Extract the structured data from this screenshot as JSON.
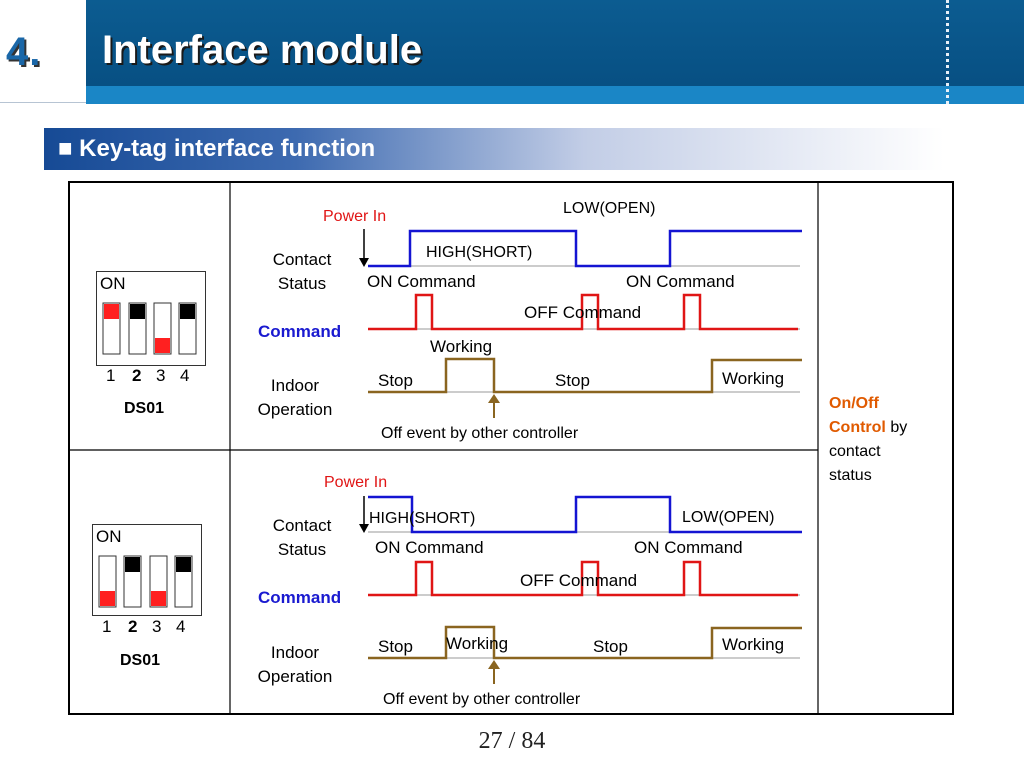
{
  "header": {
    "section_number": "4.",
    "title": "Interface module"
  },
  "subheader": {
    "title": "■ Key-tag interface function"
  },
  "rows": [
    {
      "dip": {
        "label": "ON",
        "numbers": [
          "1",
          "2",
          "3",
          "4"
        ],
        "name": "DS01",
        "switch_states": [
          "on",
          "on",
          "off",
          "on"
        ]
      },
      "diagram": {
        "power_in": "Power In",
        "low_open": "LOW(OPEN)",
        "high_short": "HIGH(SHORT)",
        "contact_status_line1": "Contact",
        "contact_status_line2": "Status",
        "on_command_1": "ON Command",
        "on_command_2": "ON Command",
        "off_command": "OFF Command",
        "command_label": "Command",
        "working_1": "Working",
        "working_2": "Working",
        "stop_1": "Stop",
        "stop_2": "Stop",
        "indoor_line1": "Indoor",
        "indoor_line2": "Operation",
        "off_event": "Off event by other controller"
      }
    },
    {
      "dip": {
        "label": "ON",
        "numbers": [
          "1",
          "2",
          "3",
          "4"
        ],
        "name": "DS01",
        "switch_states": [
          "off",
          "on",
          "off",
          "on"
        ]
      },
      "diagram": {
        "power_in": "Power In",
        "high_short": "HIGH(SHORT)",
        "low_open": "LOW(OPEN)",
        "contact_status_line1": "Contact",
        "contact_status_line2": "Status",
        "on_command_1": "ON Command",
        "on_command_2": "ON Command",
        "off_command": "OFF Command",
        "command_label": "Command",
        "working_1": "Working",
        "working_2": "Working",
        "stop_1": "Stop",
        "stop_2": "Stop",
        "indoor_line1": "Indoor",
        "indoor_line2": "Operation",
        "off_event": "Off event by other controller"
      }
    }
  ],
  "note": {
    "part1": "On/Off",
    "part2": "Control",
    "part3": " by",
    "part4": "contact",
    "part5": "status"
  },
  "colors": {
    "contact": "#1414d2",
    "command": "#e01515",
    "operation": "#8a6520",
    "grid": "#9a9a9a",
    "note_accent": "#e05a00",
    "command_label": "#1a1ad0"
  },
  "footer": {
    "page": "27 / 84"
  }
}
